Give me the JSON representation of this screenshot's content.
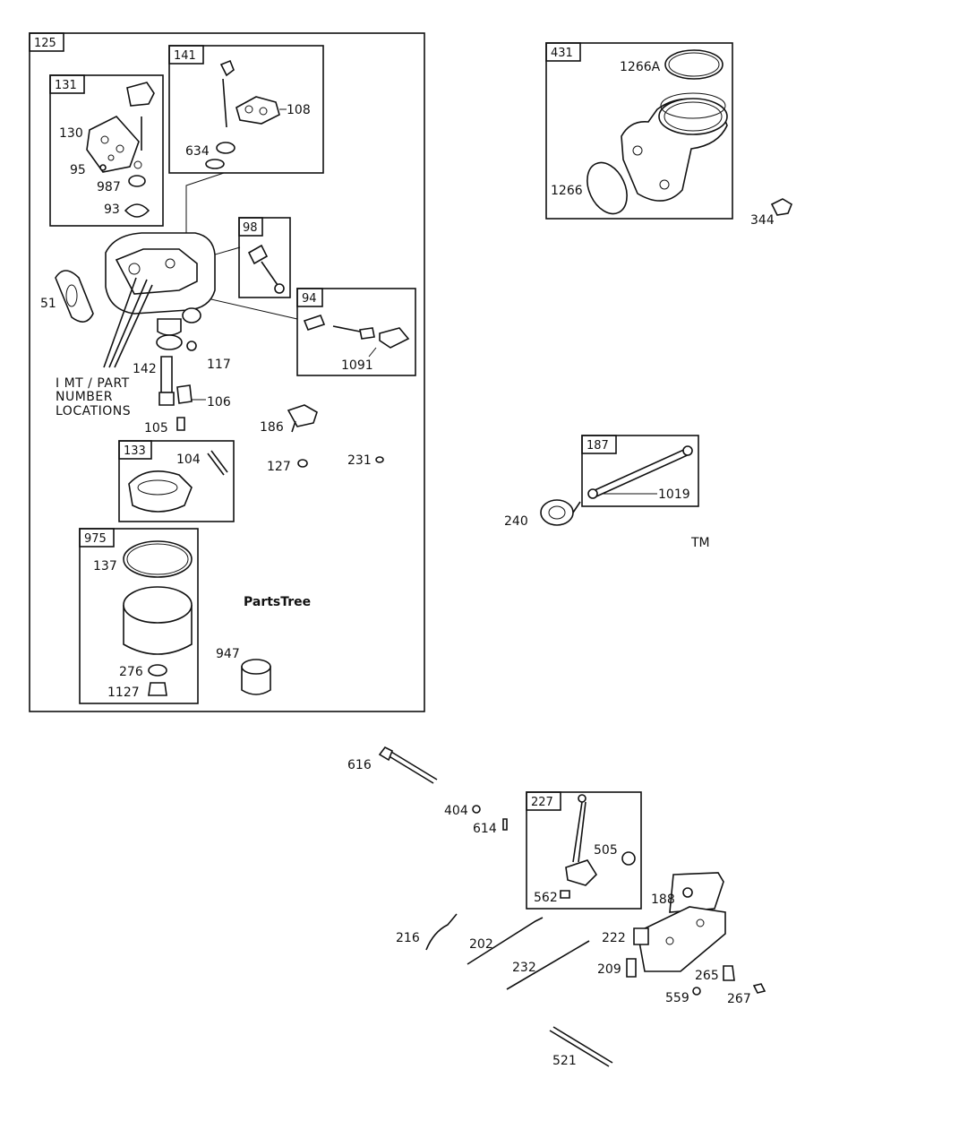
{
  "watermark": {
    "brand": "PartsTree",
    "trademark": "TM"
  },
  "kits": {
    "k125": "125",
    "k131": "131",
    "k141": "141",
    "k98": "98",
    "k94": "94",
    "k133": "133",
    "k975": "975",
    "k431": "431",
    "k187": "187",
    "k227": "227"
  },
  "note": {
    "line1": "I MT / PART",
    "line2": "NUMBER",
    "line3": "LOCATIONS"
  },
  "parts": {
    "p130": "130",
    "p95": "95",
    "p987": "987",
    "p93": "93",
    "p108": "108",
    "p634": "634",
    "p51": "51",
    "p1091": "1091",
    "p142": "142",
    "p117": "117",
    "p106": "106",
    "p105": "105",
    "p186": "186",
    "p127": "127",
    "p231": "231",
    "p104": "104",
    "p137": "137",
    "p276": "276",
    "p1127": "1127",
    "p947": "947",
    "p1266A": "1266A",
    "p1266": "1266",
    "p344": "344",
    "p1019": "1019",
    "p240": "240",
    "p616": "616",
    "p404": "404",
    "p614": "614",
    "p505": "505",
    "p562": "562",
    "p188": "188",
    "p216": "216",
    "p202": "202",
    "p222": "222",
    "p232": "232",
    "p209": "209",
    "p265": "265",
    "p559": "559",
    "p267": "267",
    "p521": "521"
  }
}
